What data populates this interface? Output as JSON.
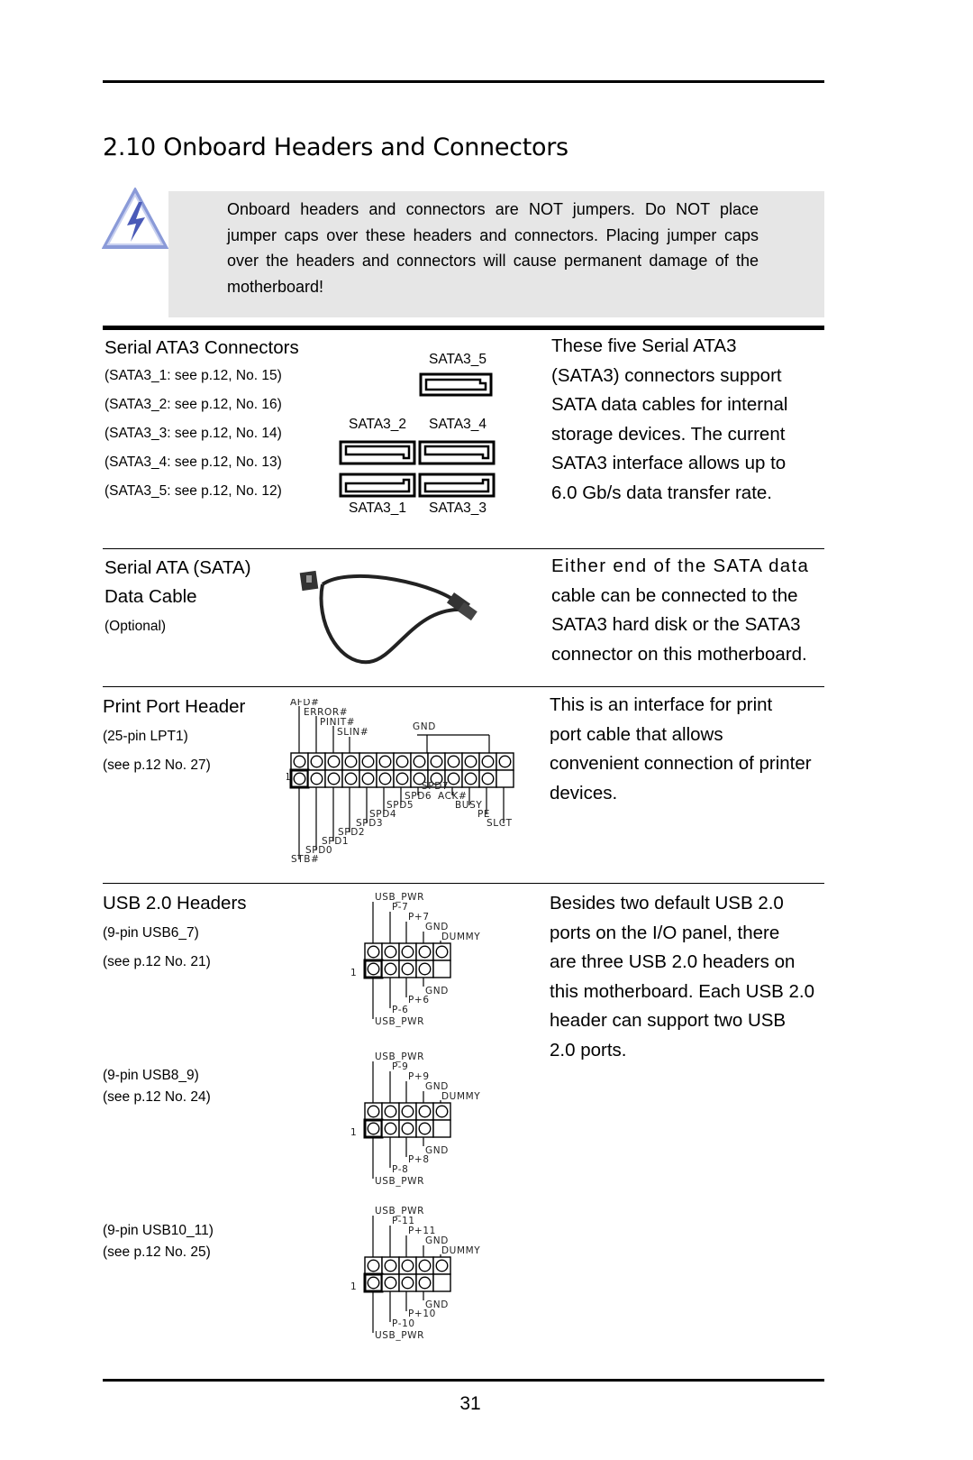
{
  "page": {
    "title": "2.10  Onboard Headers and Connectors",
    "page_number": "31"
  },
  "warning": {
    "icon": "warning-lightning-icon",
    "text": "Onboard headers and connectors are NOT jumpers. Do NOT place jumper caps over these headers and connectors. Placing jumper caps over the headers and connectors will cause permanent damage of the motherboard!"
  },
  "sata3": {
    "title": "Serial ATA3 Connectors",
    "refs": [
      "(SATA3_1: see  p.12, No. 15)",
      "(SATA3_2: see  p.12, No. 16)",
      "(SATA3_3: see  p.12, No. 14)",
      "(SATA3_4: see  p.12, No. 13)",
      "(SATA3_5: see  p.12, No. 12)"
    ],
    "port_labels": {
      "p5": "SATA3_5",
      "p2": "SATA3_2",
      "p4": "SATA3_4",
      "p1": "SATA3_1",
      "p3": "SATA3_3"
    },
    "desc": [
      "These five Serial ATA3",
      "(SATA3) connectors support",
      "SATA data cables for internal",
      "storage devices. The current",
      "SATA3 interface allows up to",
      "6.0 Gb/s data transfer rate."
    ]
  },
  "sata_cable": {
    "title_line1": "Serial ATA (SATA)",
    "title_line2": "Data Cable",
    "note": "(Optional)",
    "desc": [
      "Either end of the SATA data",
      "cable can be connected to the",
      "SATA3 hard disk or the SATA3",
      "connector on this motherboard."
    ]
  },
  "print_port": {
    "title": "Print Port Header",
    "sub1": "(25-pin LPT1)",
    "sub2": "(see p.12  No. 27)",
    "pins": {
      "afd": "AFD#",
      "error": "ERROR#",
      "pinit": "PINIT#",
      "slin": "SLIN#",
      "gnd": "GND",
      "spd7": "SPD7",
      "spd6": "SPD6",
      "ack": "ACK#",
      "spd5": "SPD5",
      "busy": "BUSY",
      "spd4": "SPD4",
      "pe": "PE",
      "spd3": "SPD3",
      "slct": "SLCT",
      "spd2": "SPD2",
      "spd1": "SPD1",
      "spd0": "SPD0",
      "stb": "STB#",
      "pin1": "1"
    },
    "desc": [
      "This is an interface for print",
      "port cable that allows",
      "convenient connection of printer",
      "devices."
    ]
  },
  "usb": {
    "title": "USB 2.0 Headers",
    "headers": [
      {
        "sub1": "(9-pin USB6_7)",
        "sub2": "(see p.12  No. 21)",
        "top": [
          "USB_PWR",
          "P-7",
          "P+7",
          "GND",
          "DUMMY"
        ],
        "bottom": [
          "GND",
          "P+6",
          "P-6",
          "USB_PWR"
        ]
      },
      {
        "sub1": "(9-pin USB8_9)",
        "sub2": "(see p.12  No. 24)",
        "top": [
          "USB_PWR",
          "P-9",
          "P+9",
          "GND",
          "DUMMY"
        ],
        "bottom": [
          "GND",
          "P+8",
          "P-8",
          "USB_PWR"
        ]
      },
      {
        "sub1": "(9-pin USB10_11)",
        "sub2": "(see p.12  No. 25)",
        "top": [
          "USB_PWR",
          "P-11",
          "P+11",
          "GND",
          "DUMMY"
        ],
        "bottom": [
          "GND",
          "P+10",
          "P-10",
          "USB_PWR"
        ]
      }
    ],
    "pin1": "1",
    "desc": [
      "Besides two default USB 2.0",
      "ports on the I/O panel, there",
      "are three USB 2.0 headers on",
      "this motherboard. Each USB 2.0",
      "header can support two USB",
      "2.0 ports."
    ]
  }
}
